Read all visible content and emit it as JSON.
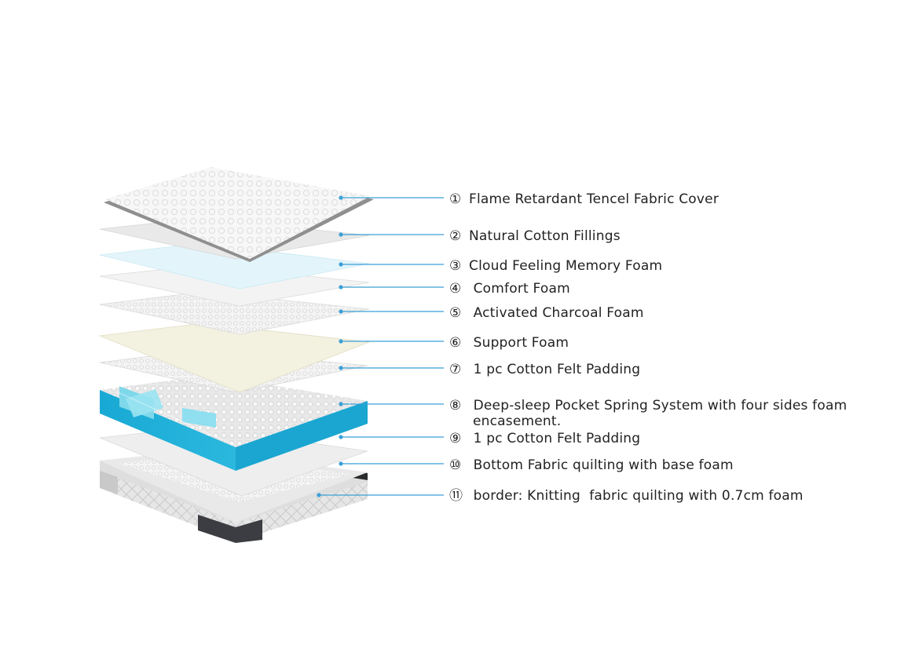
{
  "layers": [
    {
      "marker": "①",
      "text": "Flame Retardant Tencel Fabric Cover"
    },
    {
      "marker": "②",
      "text": "Natural Cotton Fillings"
    },
    {
      "marker": "③",
      "text": "Cloud Feeling Memory Foam"
    },
    {
      "marker": "④",
      "text": " Comfort Foam"
    },
    {
      "marker": "⑤",
      "text": " Activated Charcoal Foam"
    },
    {
      "marker": "⑥",
      "text": " Support Foam"
    },
    {
      "marker": "⑦",
      "text": " 1 pc Cotton Felt Padding"
    },
    {
      "marker": "⑧",
      "text": " Deep-sleep Pocket Spring System with four sides foam",
      "text2": "encasement."
    },
    {
      "marker": "⑨",
      "text": " 1 pc Cotton Felt Padding"
    },
    {
      "marker": "⑩",
      "text": " Bottom Fabric quilting with base foam"
    },
    {
      "marker": "⑪",
      "text": " border: Knitting  fabric quilting with 0.7cm foam"
    }
  ],
  "colors": {
    "leader": "#3a9fd6",
    "spring_blue": "#1fb0d8",
    "memory_foam": "#e3f5fb",
    "support_foam": "#f3f1df",
    "base_dark": "#3b3d42"
  }
}
